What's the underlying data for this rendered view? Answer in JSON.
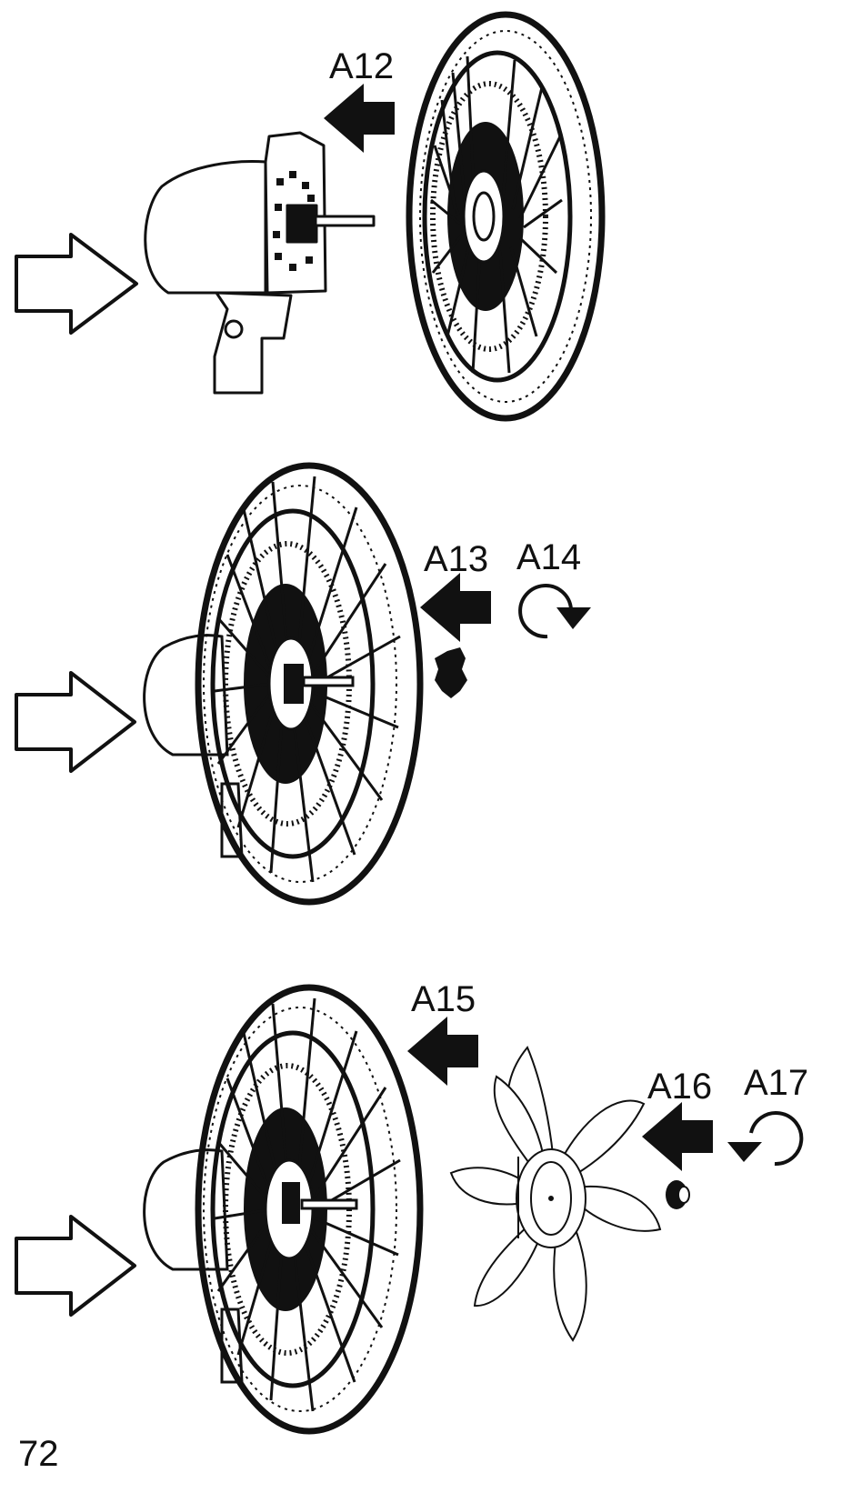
{
  "labels": {
    "a12": "A12",
    "a13": "A13",
    "a14": "A14",
    "a15": "A15",
    "a16": "A16",
    "a17": "A17"
  },
  "page_number": "72"
}
